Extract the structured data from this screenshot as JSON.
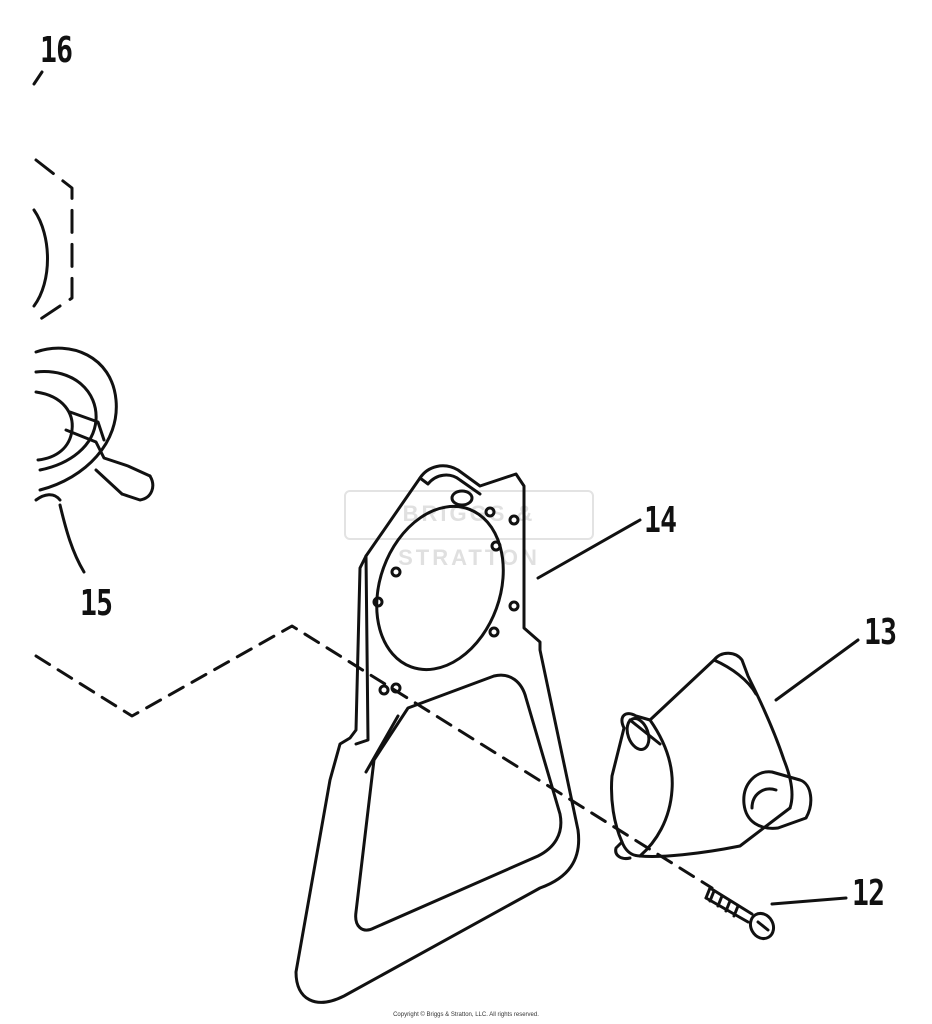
{
  "callouts": {
    "part_16": "16",
    "part_15": "15",
    "part_14": "14",
    "part_13": "13",
    "part_12": "12"
  },
  "watermark": "BRIGGS & STRATTON",
  "copyright": "Copyright © Briggs & Stratton, LLC. All rights reserved.",
  "colors": {
    "ink": "#111111",
    "background": "#ffffff",
    "watermark": "#e0e0e0"
  }
}
